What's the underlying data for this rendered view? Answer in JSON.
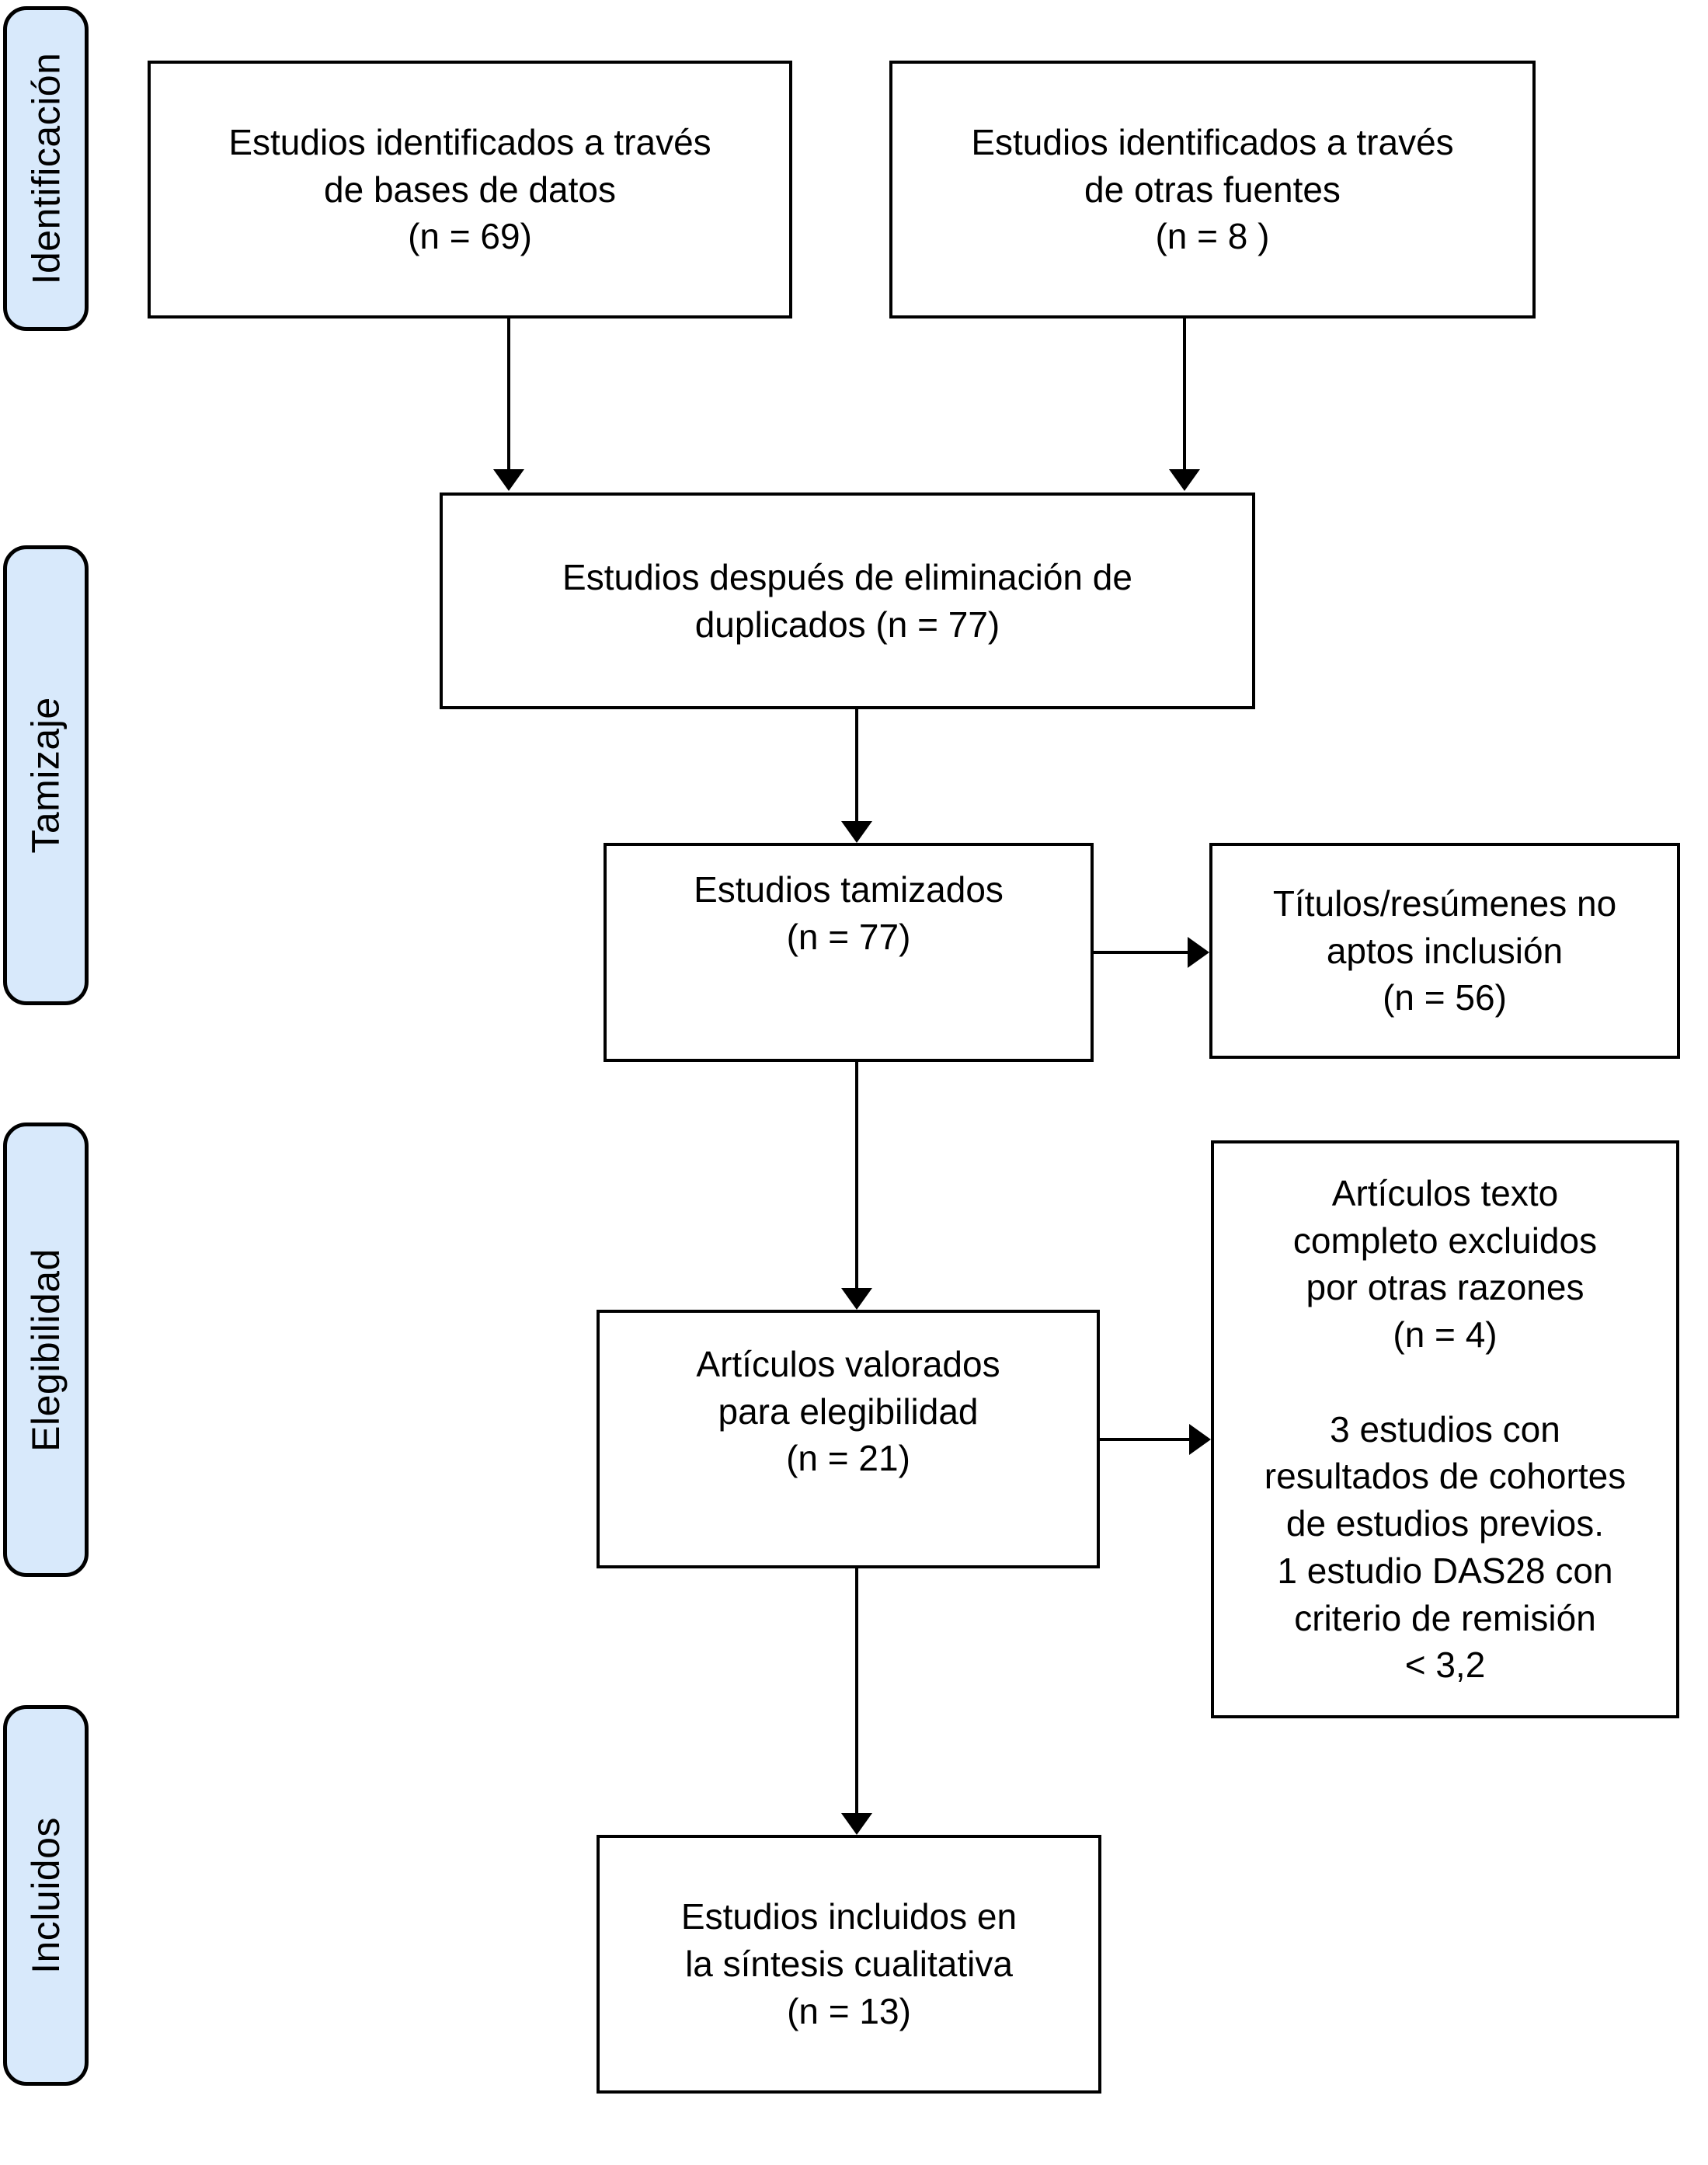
{
  "figure": {
    "title": "PRISMA flow diagram (Spanish)",
    "colors": {
      "stage_fill": "#d8e9fb",
      "stroke": "#000000",
      "background": "#ffffff"
    }
  },
  "sidebar": {
    "items": [
      {
        "label": "Identificación"
      },
      {
        "label": "Tamizaje"
      },
      {
        "label": "Elegibilidad"
      },
      {
        "label": "Incluidos"
      }
    ]
  },
  "boxes": {
    "identified_db": "Estudios identificados a través\nde bases de datos\n(n = 69)",
    "identified_other": "Estudios identificados a través\nde otras fuentes\n(n = 8 )",
    "after_duplicates": "Estudios después de eliminación de\nduplicados (n = 77)",
    "screened": "Estudios tamizados\n(n = 77)",
    "excluded_titles": "Títulos/resúmenes no\naptos inclusión\n(n = 56)",
    "assessed": "Artículos valorados\npara elegibilidad\n(n = 21)",
    "excluded_fulltext": "Artículos texto\ncompleto excluidos\npor otras razones\n(n = 4)\n\n3 estudios con\nresultados de cohortes\nde estudios previos.\n1 estudio DAS28 con\ncriterio de remisión\n< 3,2",
    "included": "Estudios incluidos en\nla síntesis cualitativa\n(n = 13)"
  }
}
